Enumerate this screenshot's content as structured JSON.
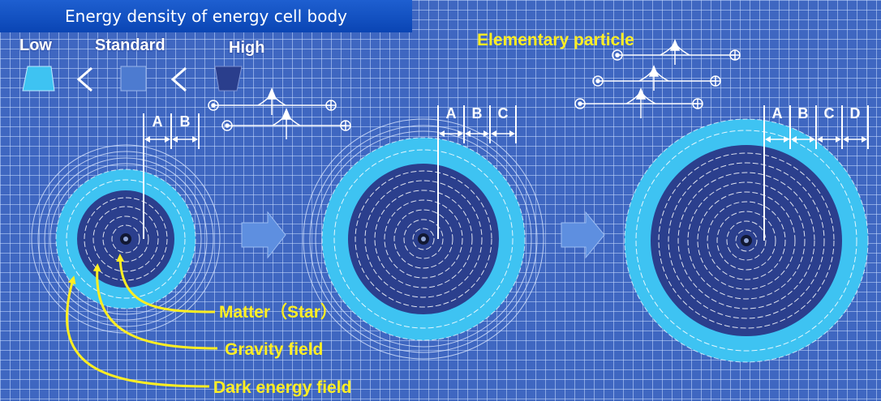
{
  "title": "Energy density of energy cell body",
  "legend": {
    "low": "Low",
    "standard": "Standard",
    "high": "High",
    "low_color": "#3ec3f2",
    "standard_color": "#4d7bd0",
    "high_color": "#2a3e8c"
  },
  "elementary_particle_label": "Elementary particle",
  "labels": {
    "matter": "Matter（Star）",
    "gravity_field": "Gravity field",
    "dark_energy_field": "Dark energy field"
  },
  "cells": [
    {
      "layers": [
        "A",
        "B"
      ]
    },
    {
      "layers": [
        "A",
        "B",
        "C"
      ]
    },
    {
      "layers": [
        "A",
        "B",
        "C",
        "D"
      ]
    }
  ],
  "colors": {
    "background": "#3f67c1",
    "grid_line": "#c8dcff",
    "label_yellow": "#ffee22",
    "cyan_ring": "#3ec3f2",
    "inner_dark": "#2b3f8d",
    "arrow_blue": "#5e8fe0"
  }
}
